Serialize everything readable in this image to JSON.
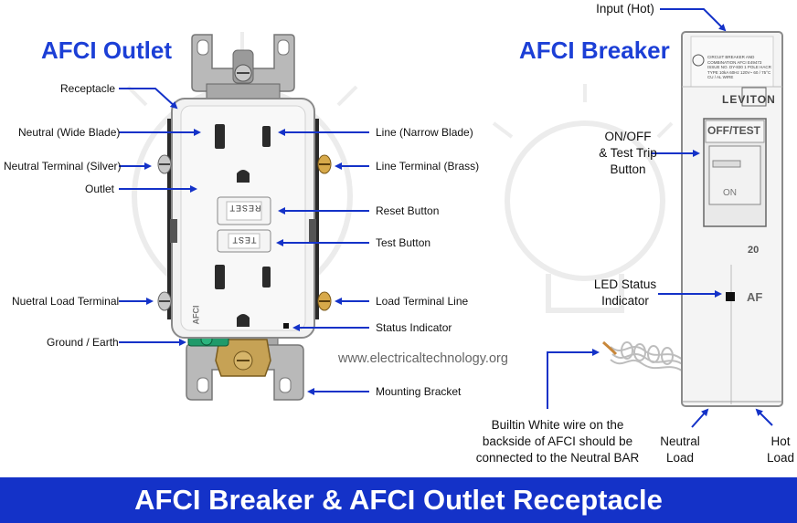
{
  "titles": {
    "outlet": "AFCI Outlet",
    "breaker": "AFCI Breaker"
  },
  "outlet_labels": {
    "receptacle": "Receptacle",
    "neutral_wide_blade": "Neutral (Wide Blade)",
    "neutral_terminal": "Neutral Terminal (Silver)",
    "outlet": "Outlet",
    "nuetral_load_terminal": "Nuetral Load Terminal",
    "ground_earth": "Ground / Earth",
    "line_narrow_blade": "Line (Narrow Blade)",
    "line_terminal": "Line Terminal (Brass)",
    "reset_button": "Reset Button",
    "test_button": "Test Button",
    "load_terminal_line": "Load Terminal Line",
    "status_indicator": "Status Indicator",
    "mounting_bracket": "Mounting Bracket"
  },
  "outlet_face": {
    "reset": "RESET",
    "test": "TEST",
    "afci": "AFCI"
  },
  "breaker_labels": {
    "input_hot": "Input (Hot)",
    "on_off_line1": "ON/OFF",
    "on_off_line2": "& Test Trip",
    "on_off_line3": "Button",
    "led_line1": "LED Status",
    "led_line2": "Indicator",
    "wire_line1": "Builtin White wire on the",
    "wire_line2": "backside of AFCI should be",
    "wire_line3": "connected to the Neutral BAR",
    "neutral_load_line1": "Neutral",
    "neutral_load_line2": "Load",
    "hot_load_line1": "Hot",
    "hot_load_line2": "Load"
  },
  "breaker_face": {
    "brand": "LEVITON",
    "off_test": "OFF/TEST",
    "on": "ON",
    "rating": "20",
    "af": "AF",
    "fine_print": "CIRCUIT BREAKER AND COMBINATION AFCI E49473 ISSUE NO. DY-830 1 POLE HACR TYPE 10kA 60Hz 120V~ 60 / 75°C CU / AL WIRE"
  },
  "watermark": "www.electricaltechnology.org",
  "footer": "AFCI Breaker & AFCI Outlet Receptacle",
  "colors": {
    "title_blue": "#1c3fd6",
    "arrow_blue": "#1432c8",
    "footer_bg": "#1432c8",
    "footer_text": "#ffffff"
  }
}
